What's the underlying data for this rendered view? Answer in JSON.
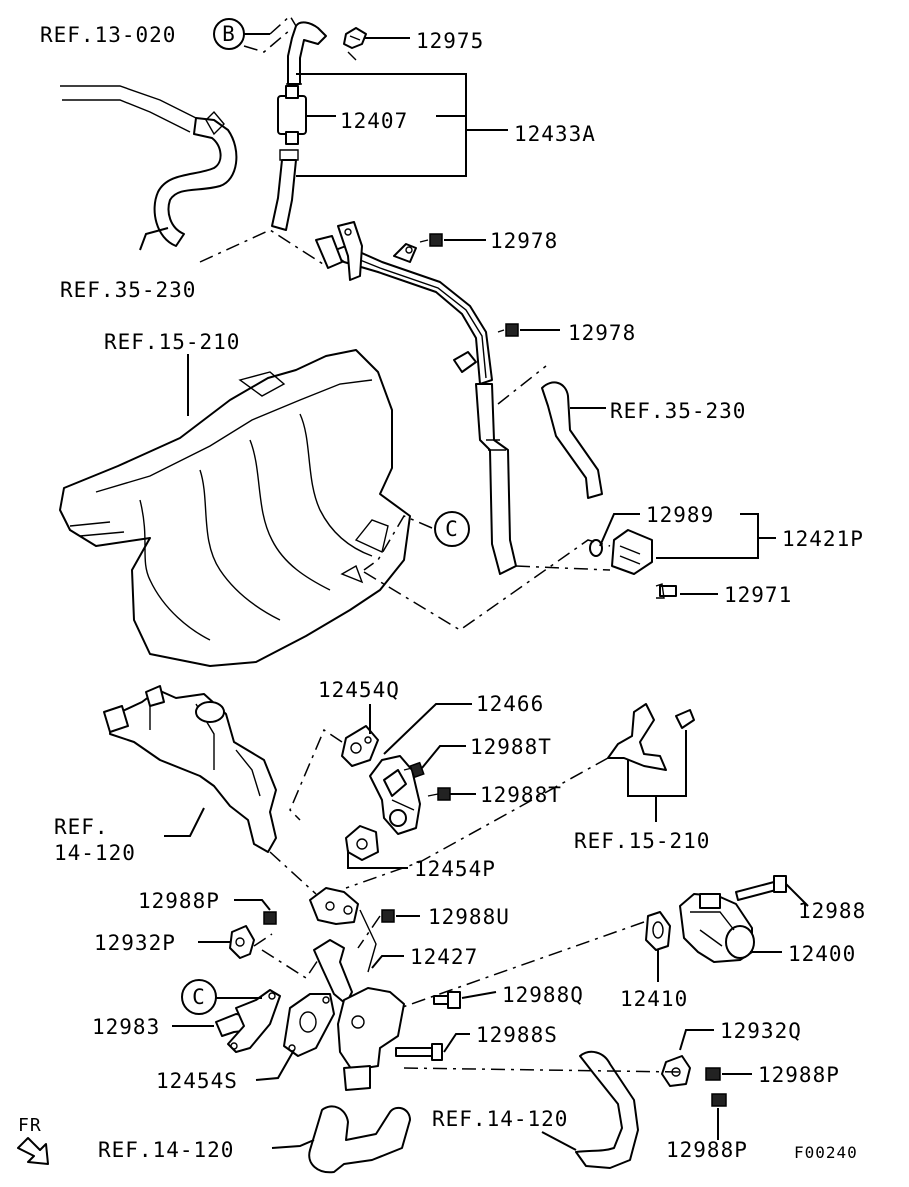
{
  "callouts": {
    "ref_13_020": "REF.13-020",
    "marker_b": "B",
    "p12975": "12975",
    "p12407": "12407",
    "p12433a": "12433A",
    "ref_35_230_top": "REF.35-230",
    "p12978_a": "12978",
    "p12978_b": "12978",
    "ref_15_210_top": "REF.15-210",
    "ref_35_230_right": "REF.35-230",
    "marker_c_top": "C",
    "p12989": "12989",
    "p12421p": "12421P",
    "p12971": "12971",
    "p12454q": "12454Q",
    "p12466": "12466",
    "p12988t_a": "12988T",
    "p12988t_b": "12988T",
    "ref_14_120_left_1": "REF.",
    "ref_14_120_left_2": "14-120",
    "ref_15_210_mid": "REF.15-210",
    "p12454p": "12454P",
    "p12988p_a": "12988P",
    "p12988u": "12988U",
    "p12988": "12988",
    "p12932p": "12932P",
    "p12427": "12427",
    "p12400": "12400",
    "marker_c_bottom": "C",
    "p12988q": "12988Q",
    "p12410": "12410",
    "p12983": "12983",
    "p12988s": "12988S",
    "p12932q": "12932Q",
    "p12454s": "12454S",
    "p12988p_b": "12988P",
    "ref_14_120_mid": "REF.14-120",
    "ref_14_120_bottom": "REF.14-120",
    "p12988p_c": "12988P",
    "fr": "FR",
    "figure_code": "F00240"
  }
}
